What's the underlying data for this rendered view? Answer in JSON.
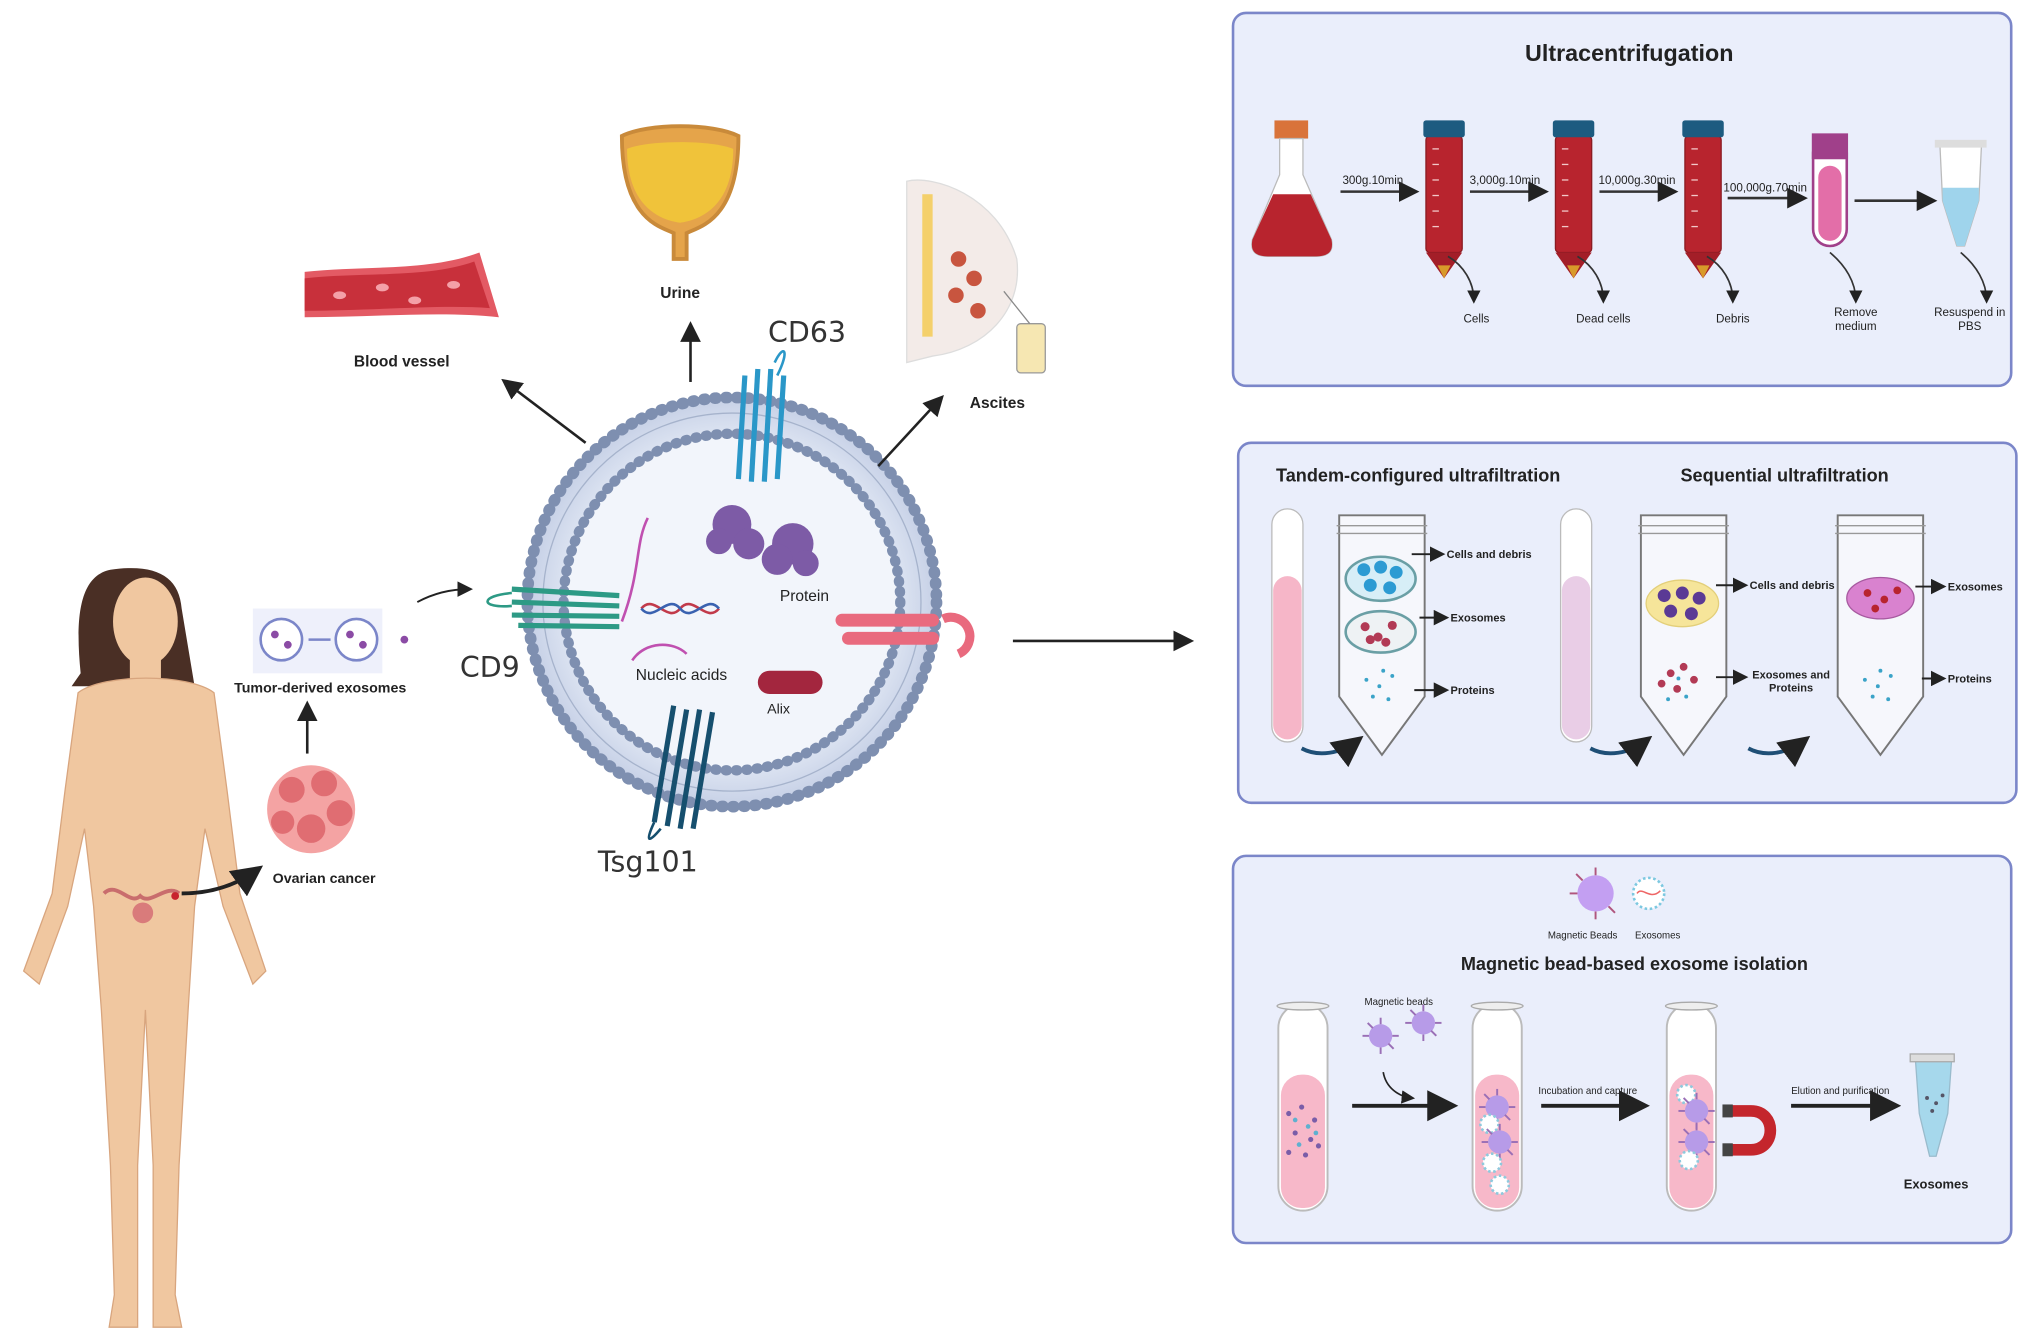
{
  "sources": {
    "blood_vessel": "Blood vessel",
    "urine": "Urine",
    "ascites": "Ascites"
  },
  "exosome": {
    "cd63": "CD63",
    "cd9": "CD9",
    "tsg101": "Tsg101",
    "protein": "Protein",
    "nucleic_acids": "Nucleic acids",
    "alix": "Alix"
  },
  "origin": {
    "tumor_exosomes": "Tumor-derived exosomes",
    "ovarian_cancer": "Ovarian cancer"
  },
  "ultracentrifugation": {
    "title": "Ultracentrifugation",
    "steps": [
      "300g.10min",
      "3,000g.10min",
      "10,000g.30min",
      "100,000g.70min"
    ],
    "outputs": [
      "Cells",
      "Dead cells",
      "Debris",
      "Remove medium",
      "Resuspend in PBS"
    ]
  },
  "ultrafiltration": {
    "tandem_title": "Tandem-configured ultrafiltration",
    "sequential_title": "Sequential ultrafiltration",
    "tandem_labels": [
      "Cells and debris",
      "Exosomes",
      "Proteins"
    ],
    "seq1_labels": [
      "Cells and debris",
      "Exosomes and Proteins"
    ],
    "seq2_labels": [
      "Exosomes",
      "Proteins"
    ]
  },
  "magnetic": {
    "legend_beads": "Magnetic Beads",
    "legend_exosomes": "Exosomes",
    "title": "Magnetic bead-based exosome isolation",
    "magnetic_beads": "Magnetic beads",
    "incubation": "Incubation and capture",
    "elution": "Elution and purification",
    "result": "Exosomes"
  },
  "colors": {
    "panel_bg": "#eaeefb",
    "panel_border": "#7b86c9",
    "membrane": "#7e8fb0",
    "blood_red": "#b8242e",
    "pink_medium": "#f7b8c9"
  }
}
